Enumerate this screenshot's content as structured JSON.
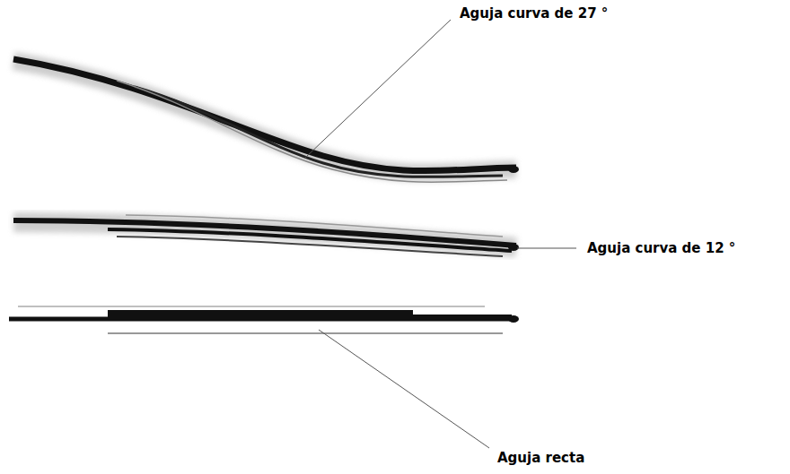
{
  "diagram": {
    "labels": [
      "Aguja curva de 27 °",
      "Aguja curva de 12 °",
      "Aguja recta"
    ]
  }
}
